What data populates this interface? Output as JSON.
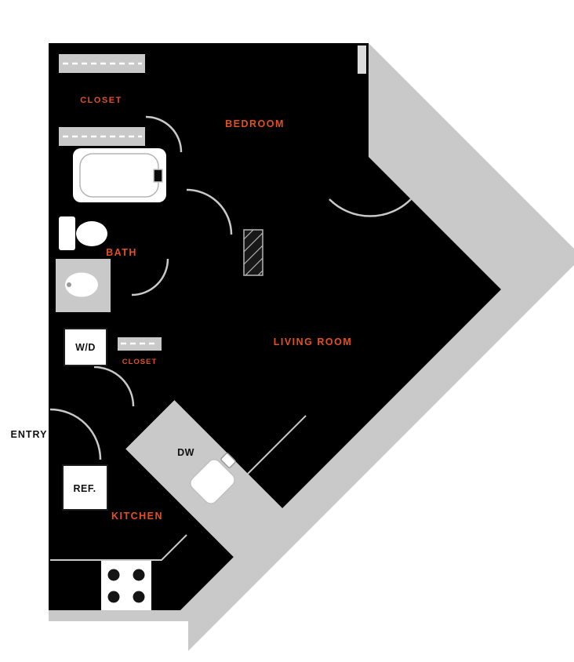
{
  "labels": {
    "closet_top": "CLOSET",
    "bedroom": "BEDROOM",
    "bath": "BATH",
    "closet_mid": "CLOSET",
    "living_room": "LIVING ROOM",
    "kitchen": "KITCHEN",
    "entry": "ENTRY",
    "washer_dryer": "W/D",
    "refrigerator": "REF.",
    "dishwasher": "DW"
  },
  "colors": {
    "background": "#ffffff",
    "floor": "#000000",
    "walls_and_fixtures": "#c9c9c9",
    "room_label": "#e2501f",
    "appliance_label": "#101010",
    "fixture_fill": "#ffffff"
  }
}
